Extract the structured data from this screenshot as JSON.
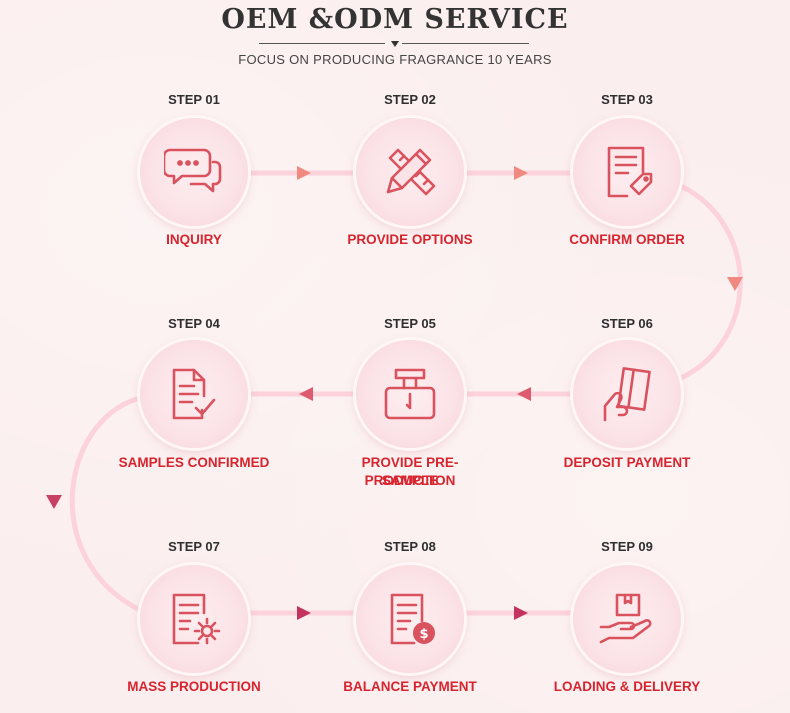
{
  "header": {
    "title": "OEM &ODM SERVICE",
    "subtitle": "FOCUS ON PRODUCING FRAGRANCE 10 YEARS"
  },
  "steps": [
    {
      "label": "STEP 01",
      "name": "INQUIRY",
      "icon": "chat-bubbles-icon"
    },
    {
      "label": "STEP 02",
      "name": "PROVIDE OPTIONS",
      "icon": "pencil-ruler-icon"
    },
    {
      "label": "STEP 03",
      "name": "CONFIRM ORDER",
      "icon": "order-form-tag-icon"
    },
    {
      "label": "STEP 04",
      "name": "SAMPLES CONFIRMED",
      "icon": "document-check-icon"
    },
    {
      "label": "STEP 05",
      "name": "PROVIDE PRE-PRODUCTION",
      "name2": "SAMPLE",
      "icon": "perfume-bottle-icon"
    },
    {
      "label": "STEP 06",
      "name": "DEPOSIT PAYMENT",
      "icon": "hand-card-icon"
    },
    {
      "label": "STEP 07",
      "name": "MASS PRODUCTION",
      "icon": "document-gear-icon"
    },
    {
      "label": "STEP 08",
      "name": "BALANCE PAYMENT",
      "icon": "invoice-coin-icon"
    },
    {
      "label": "STEP 09",
      "name": "LOADING & DELIVERY",
      "icon": "hand-box-icon"
    }
  ],
  "colors": {
    "accent": "#d8242e",
    "icon": "#d9535f",
    "arrow_row1": "#f08a80",
    "arrow_row2": "#de5a6e",
    "arrow_row3": "#c2345e",
    "path": "#fcd3db"
  }
}
